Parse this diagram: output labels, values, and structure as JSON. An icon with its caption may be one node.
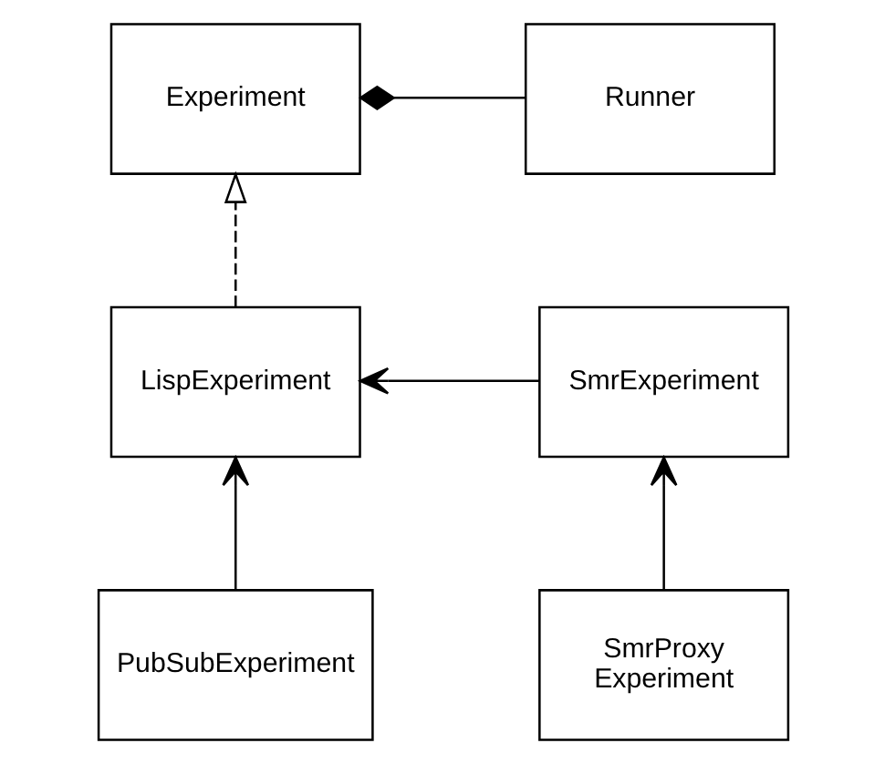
{
  "diagram": {
    "nodes": [
      {
        "text": [
          "Experiment"
        ]
      },
      {
        "text": [
          "Runner"
        ]
      },
      {
        "text": [
          "LispExperiment"
        ]
      },
      {
        "text": [
          "SmrExperiment"
        ]
      },
      {
        "text": [
          "PubSubExperiment"
        ]
      },
      {
        "text": [
          "SmrProxy Experiment"
        ]
      }
    ],
    "edges": [
      {
        "from": 1,
        "to": 0,
        "arrow": "other"
      },
      {
        "from": 2,
        "to": 0,
        "arrow": "to",
        "style": "dashed"
      },
      {
        "from": 3,
        "to": 2,
        "arrow": "to"
      },
      {
        "from": 4,
        "to": 2,
        "arrow": "to"
      },
      {
        "from": 5,
        "to": 3,
        "arrow": "to"
      }
    ]
  }
}
